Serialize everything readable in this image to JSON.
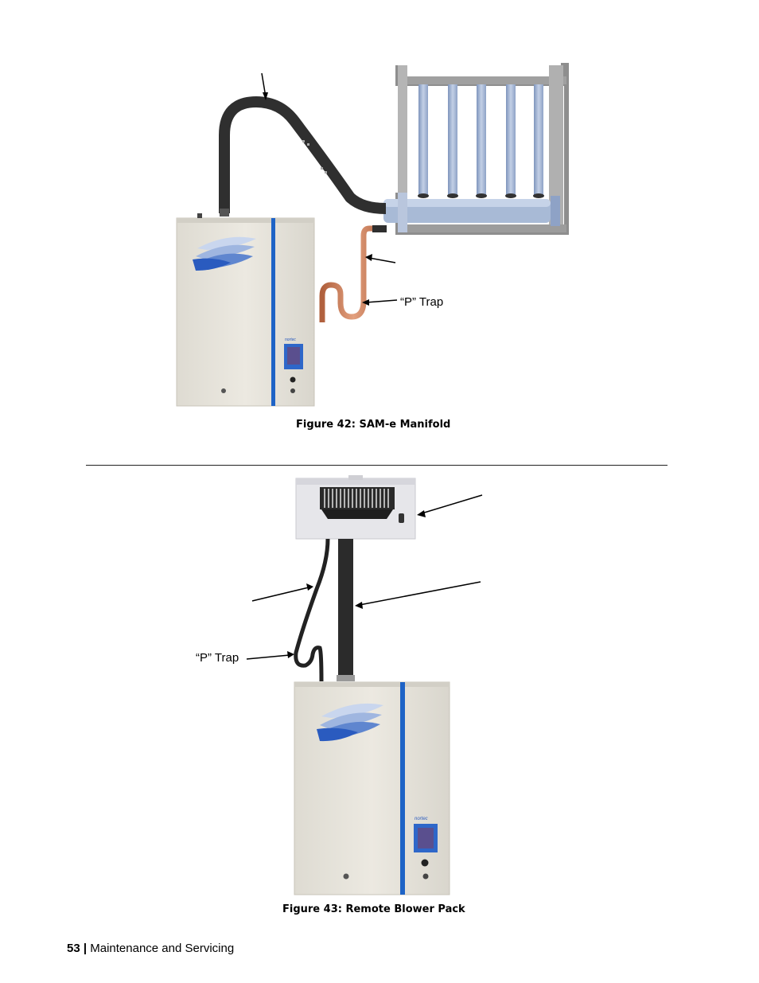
{
  "figure42": {
    "caption": "Figure 42: SAM-e Manifold",
    "p_trap_label": "“P” Trap"
  },
  "figure43": {
    "caption": "Figure 43: Remote Blower Pack",
    "p_trap_label": "“P” Trap"
  },
  "footer": {
    "page_number": "53",
    "separator": "|",
    "section": "Maintenance and Servicing"
  },
  "brand": "nortec",
  "colors": {
    "cabinet": "#e9e6dd",
    "stripe": "#1e63c6",
    "hose": "#2b2b2b",
    "copper": "#c97a55",
    "manifold": "#a7b8d4",
    "frame": "#9a9a9a"
  }
}
